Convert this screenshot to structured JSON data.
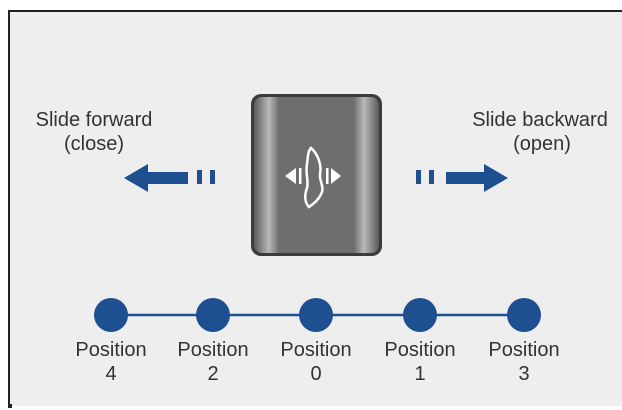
{
  "direction": {
    "left": {
      "line1": "Slide forward",
      "line2": "(close)"
    },
    "right": {
      "line1": "Slide backward",
      "line2": "(open)"
    }
  },
  "positions": [
    {
      "line1": "Position",
      "line2": "4"
    },
    {
      "line1": "Position",
      "line2": "2"
    },
    {
      "line1": "Position",
      "line2": "0"
    },
    {
      "line1": "Position",
      "line2": "1"
    },
    {
      "line1": "Position",
      "line2": "3"
    }
  ],
  "colors": {
    "accent": "#1d4f91",
    "switch_body": "#6e6e6e",
    "switch_edge": "#3c3c3c",
    "background": "#eeeeee"
  },
  "icons": {
    "switch_glyph": "slide-switch-icon",
    "left_arrow": "arrow-left-icon",
    "right_arrow": "arrow-right-icon"
  }
}
